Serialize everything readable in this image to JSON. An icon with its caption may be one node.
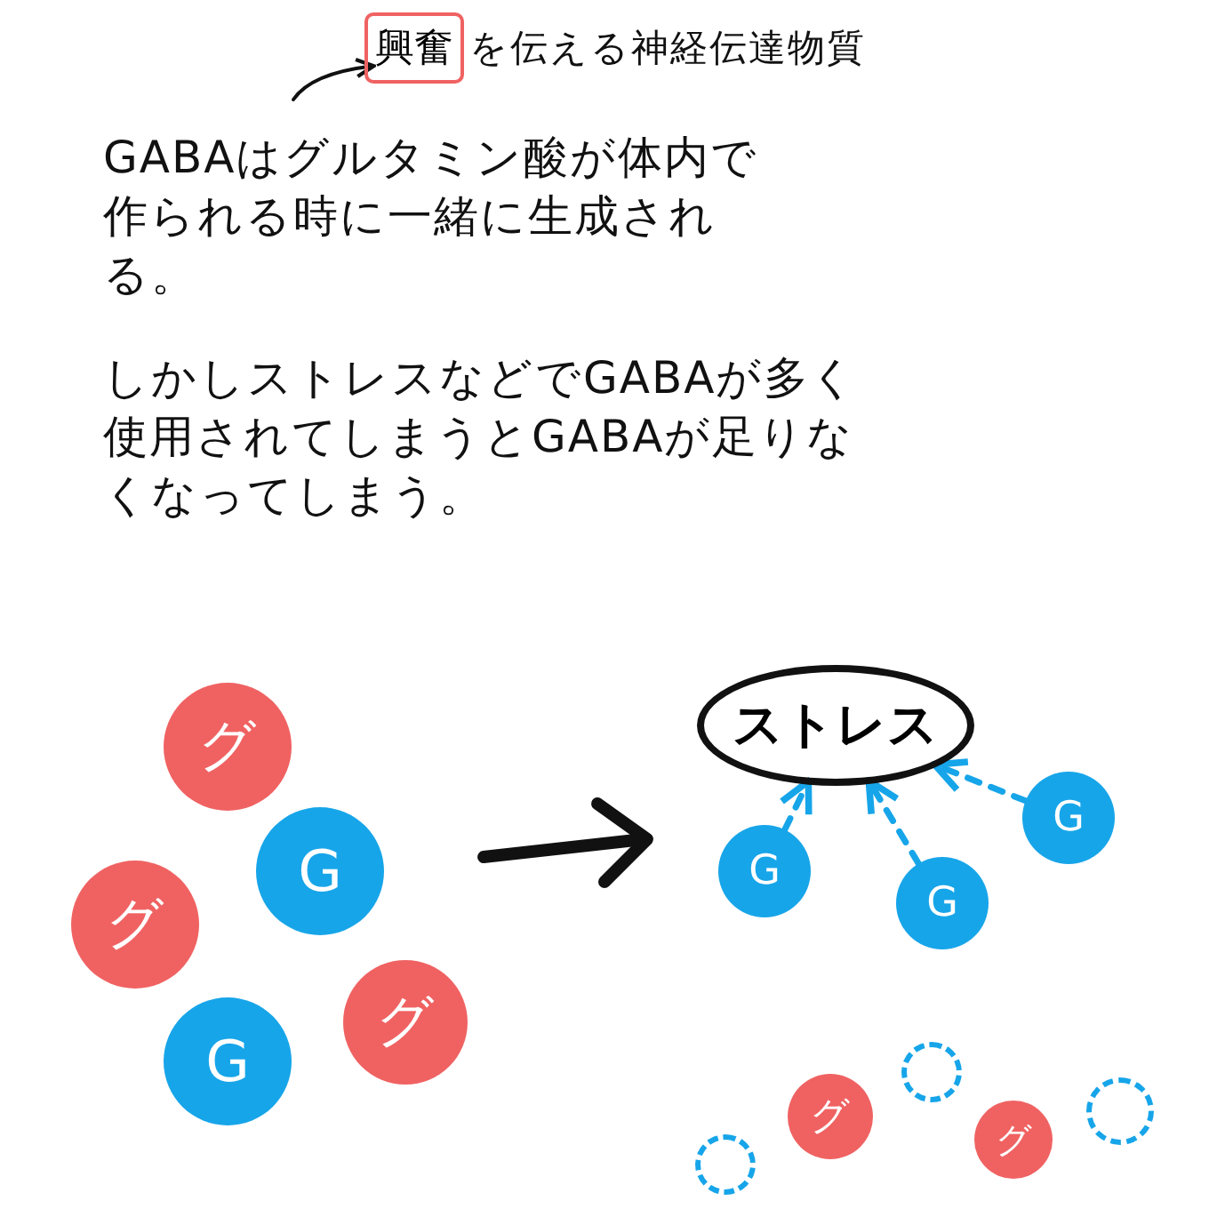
{
  "diagram": {
    "nodes": [
      {
        "text": [
          "興奮"
        ],
        "beside": [
          "を伝える神経伝達物質"
        ]
      },
      {
        "text": [
          "グ"
        ]
      },
      {
        "text": [
          "G"
        ]
      },
      {
        "text": [
          "グ"
        ]
      },
      {
        "text": [
          "グ"
        ]
      },
      {
        "text": [
          "G"
        ]
      },
      {
        "text": [
          "ストレス"
        ]
      },
      {
        "text": [
          "G"
        ]
      },
      {
        "text": [
          "G"
        ]
      },
      {
        "text": [
          "G"
        ]
      },
      {
        "text": [],
        "shape": "circle"
      },
      {
        "text": [
          "グ"
        ]
      },
      {
        "text": [],
        "shape": "circle"
      },
      {
        "text": [
          "グ"
        ]
      },
      {
        "text": [],
        "shape": "circle"
      }
    ],
    "edges": [
      {
        "from": null,
        "to": 0,
        "arrow": "to",
        "color": "#111111"
      },
      {
        "from": 8,
        "to": 6,
        "arrow": "to",
        "style": "dashed",
        "color": "#17a5e9"
      },
      {
        "from": 9,
        "to": 6,
        "arrow": "to",
        "style": "dashed",
        "color": "#17a5e9"
      },
      {
        "from": 7,
        "to": 6,
        "arrow": "to",
        "style": "dashed",
        "color": "#17a5e9"
      }
    ],
    "labels": [
      "GABAはグルタミン酸が体内で作られる時に一緒に生成される。",
      "しかしストレスなどでGABAが多く使用されてしまうとGABAが足りなくなってしまう。"
    ]
  }
}
